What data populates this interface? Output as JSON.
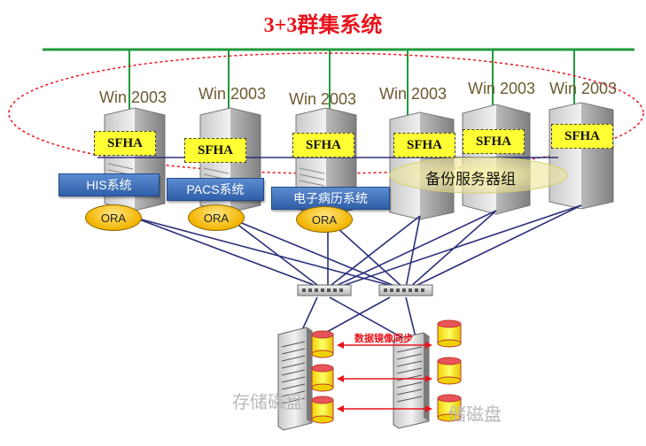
{
  "title": "3+3群集系统",
  "servers": [
    {
      "os": "Win 2003",
      "agent": "SFHA"
    },
    {
      "os": "Win 2003",
      "agent": "SFHA"
    },
    {
      "os": "Win 2003",
      "agent": "SFHA"
    },
    {
      "os": "Win 2003",
      "agent": "SFHA"
    },
    {
      "os": "Win 2003",
      "agent": "SFHA"
    },
    {
      "os": "Win 2003",
      "agent": "SFHA"
    }
  ],
  "systems": [
    "HIS系统",
    "PACS系统",
    "电子病历系统"
  ],
  "databases": [
    "ORA",
    "ORA",
    "ORA"
  ],
  "backup_group": "备份服务器组",
  "mirror_label": "数据镜像同步",
  "storage_left": "存储磁盘",
  "storage_right": "储磁盘",
  "colors": {
    "title": "#e8141c",
    "network_bus": "#1f9a3c",
    "cluster_ellipse": "#e8141c",
    "sfha_box": "#ffff33",
    "system_box": "#3a6cb8",
    "ora": "#f2b400",
    "links": "#2b2f7a",
    "disks": "#ffee33"
  }
}
